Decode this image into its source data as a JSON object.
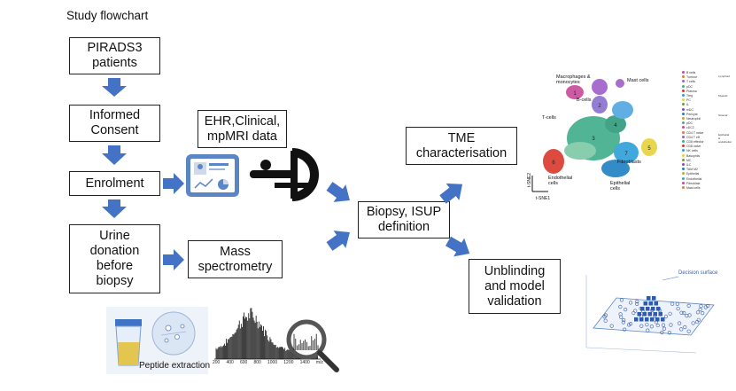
{
  "title": "Study flowchart",
  "boxes": {
    "pirads": "PIRADS3\npatients",
    "consent": "Informed\nConsent",
    "enrolment": "Enrolment",
    "urine": "Urine\ndonation\nbefore\nbiopsy",
    "ehr": "EHR,Clinical,\nmpMRI data",
    "mass": "Mass\nspectrometry",
    "biopsy": "Biopsy, ISUP\ndefinition",
    "tme": "TME\ncharacterisation",
    "unblinding": "Unblinding\nand model\nvalidation"
  },
  "illustrations": {
    "peptide_label": "Peptide extraction",
    "ms_axis_ticks": [
      "200",
      "400",
      "600",
      "800",
      "1000",
      "1200",
      "1400"
    ],
    "ms_axis_unit": "m/z",
    "decision_label": "Decision surface",
    "tsne_axis_x": "t-SNE1",
    "tsne_axis_y": "t-SNE2",
    "tsne_labels": {
      "macrophages": "Macrophages &\nmonocytes",
      "mast": "Mast cells",
      "bcells": "B-cells",
      "tcells": "T-cells",
      "fibroblasts": "Fibroblasts",
      "endothelial": "Endothelial\ncells",
      "epithelial": "Epithelial\ncells"
    },
    "tsne_cluster_numbers": [
      "1",
      "2",
      "3",
      "4",
      "5",
      "6",
      "7"
    ],
    "legend_items": [
      "B cells",
      "Tumour",
      "T cells",
      "pDC",
      "Plasma",
      "Treg",
      "PC",
      "IL",
      "mDC",
      "Pericyte",
      "Neutrophil",
      "pDC",
      "cDC2",
      "CD4 T naive",
      "CD4 T eff",
      "CD8 effector",
      "CD8 naive",
      "NK cells",
      "Basophils",
      "MC",
      "ILC",
      "TAM M2",
      "Epithelial",
      "Endothelial",
      "Fibroblast",
      "Mast cells"
    ],
    "legend_groups": [
      "Lymphoid",
      "Myeloid",
      "Stromal",
      "Epithelial & endothelial"
    ]
  },
  "colors": {
    "arrow": "#4472c4",
    "box_border": "#222222",
    "tablet": "#5b86c5"
  }
}
